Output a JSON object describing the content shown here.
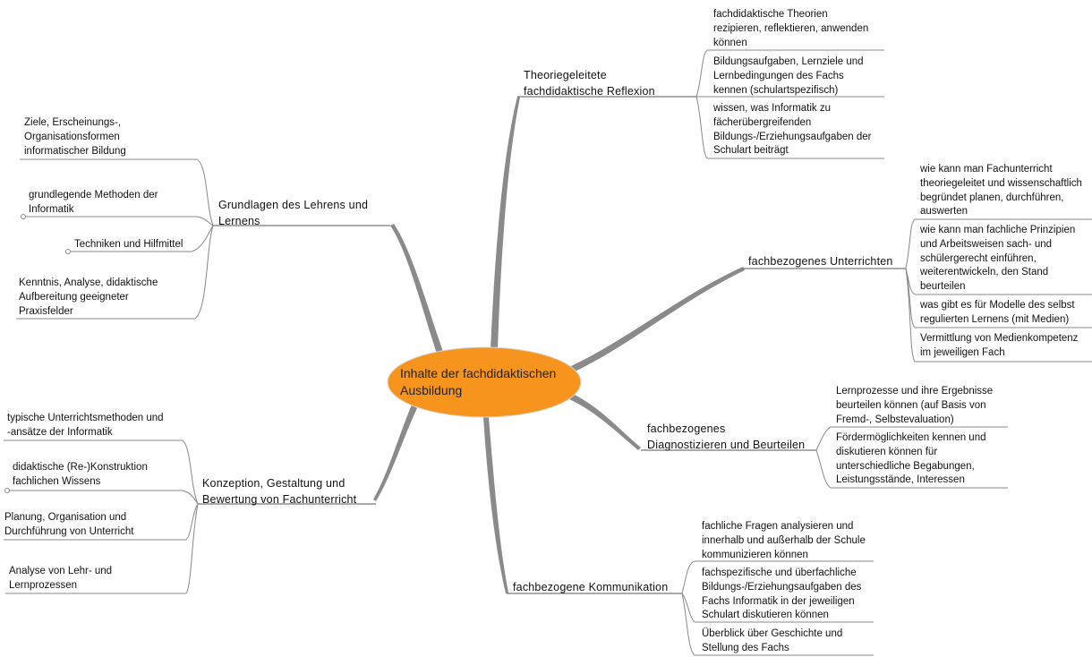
{
  "central": {
    "line1": "Inhalte der fachdidaktischen",
    "line2": "Ausbildung",
    "color": "#F7941D"
  },
  "branches": [
    {
      "label_lines": [
        "Theoriegeleitete",
        "fachdidaktische Reflexion"
      ],
      "leaves": [
        [
          "fachdidaktische Theorien",
          "rezipieren, reflektieren, anwenden",
          "können"
        ],
        [
          "Bildungsaufgaben, Lernziele und",
          "Lernbedingungen des Fachs",
          "kennen (schulartspezifisch)"
        ],
        [
          "wissen, was Informatik zu",
          "fächerübergreifenden",
          "Bildungs-/Erziehungsaufgaben der",
          "Schulart beiträgt"
        ]
      ]
    },
    {
      "label_lines": [
        "Grundlagen des Lehrens und",
        "Lernens"
      ],
      "leaves": [
        [
          "Ziele, Erscheinungs-,",
          "Organisationsformen",
          "informatischer Bildung"
        ],
        [
          "grundlegende Methoden der",
          "Informatik"
        ],
        [
          "Techniken und Hilfmittel"
        ],
        [
          "Kenntnis, Analyse, didaktische",
          "Aufbereitung geeigneter",
          "Praxisfelder"
        ]
      ]
    },
    {
      "label_lines": [
        "fachbezogenes Unterrichten"
      ],
      "leaves": [
        [
          "wie kann man Fachunterricht",
          "theoriegeleitet und wissenschaftlich",
          "begründet planen, durchführen,",
          "auswerten"
        ],
        [
          "wie kann man fachliche Prinzipien",
          "und Arbeitsweisen sach- und",
          "schülergerecht einführen,",
          "weiterentwickeln, den Stand",
          "beurteilen"
        ],
        [
          "was gibt es für Modelle des selbst",
          "regulierten Lernens (mit Medien)"
        ],
        [
          "Vermittlung von Medienkompetenz",
          "im jeweiligen Fach"
        ]
      ]
    },
    {
      "label_lines": [
        "fachbezogenes",
        "Diagnostizieren und Beurteilen"
      ],
      "leaves": [
        [
          "Lernprozesse und ihre Ergebnisse",
          "beurteilen können (auf Basis von",
          "Fremd-, Selbstevaluation)"
        ],
        [
          "Fördermöglichkeiten kennen und",
          "diskutieren können für",
          "unterschiedliche Begabungen,",
          "Leistungsstände, Interessen"
        ]
      ]
    },
    {
      "label_lines": [
        "Konzeption, Gestaltung und",
        "Bewertung von Fachunterricht"
      ],
      "leaves": [
        [
          "typische Unterrichtsmethoden und",
          "-ansätze der Informatik"
        ],
        [
          "didaktische (Re-)Konstruktion",
          "fachlichen Wissens"
        ],
        [
          "Planung, Organisation und",
          "Durchführung von Unterricht"
        ],
        [
          "Analyse von Lehr- und",
          "Lernprozessen"
        ]
      ]
    },
    {
      "label_lines": [
        "fachbezogene Kommunikation"
      ],
      "leaves": [
        [
          "fachliche Fragen analysieren und",
          "innerhalb und außerhalb der Schule",
          "kommunizieren können"
        ],
        [
          "fachspezifische und überfachliche",
          "Bildungs-/Erziehungsaufgaben des",
          "Fachs Informatik in der jeweiligen",
          "Schulart diskutieren können"
        ],
        [
          "Überblick über Geschichte und",
          "Stellung des Fachs"
        ]
      ]
    }
  ]
}
